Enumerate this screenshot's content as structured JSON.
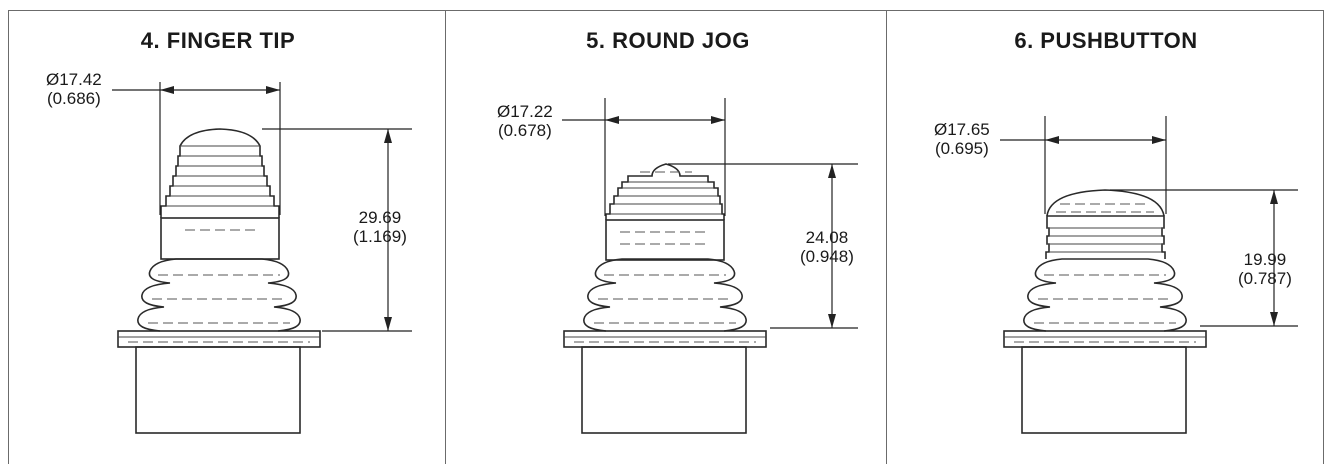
{
  "panels": [
    {
      "title": "4.  FINGER TIP",
      "diameter": {
        "mm": "Ø17.42",
        "inch": "(0.686)"
      },
      "height": {
        "mm": "29.69",
        "inch": "(1.169)"
      }
    },
    {
      "title": "5.  ROUND JOG",
      "diameter": {
        "mm": "Ø17.22",
        "inch": "(0.678)"
      },
      "height": {
        "mm": "24.08",
        "inch": "(0.948)"
      }
    },
    {
      "title": "6.  PUSHBUTTON",
      "diameter": {
        "mm": "Ø17.65",
        "inch": "(0.695)"
      },
      "height": {
        "mm": "19.99",
        "inch": "(0.787)"
      }
    }
  ]
}
